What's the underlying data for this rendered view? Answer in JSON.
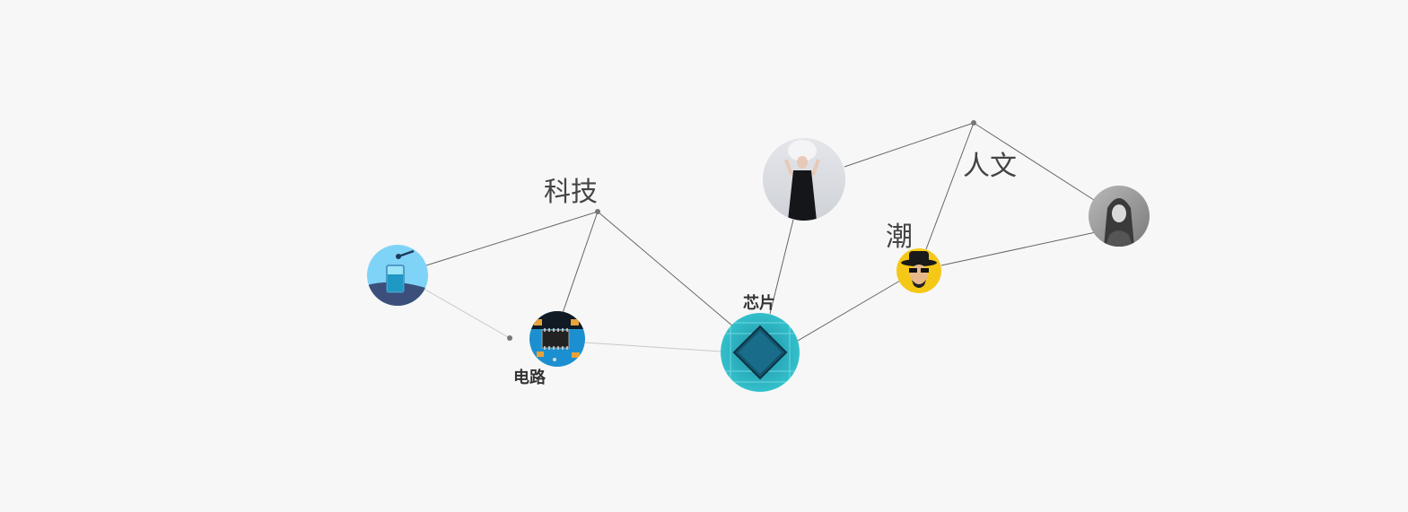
{
  "labels": {
    "tech": "科技",
    "humanities": "人文",
    "trend": "潮",
    "chip": "芯片",
    "circuit": "电路"
  },
  "nodes": [
    {
      "id": "hub-tech",
      "type": "hub"
    },
    {
      "id": "hub-humanities",
      "type": "hub"
    },
    {
      "id": "hub-small",
      "type": "hub"
    },
    {
      "id": "lab-glass",
      "type": "image",
      "icon": "lab-beaker-icon"
    },
    {
      "id": "circuit",
      "type": "image",
      "icon": "circuit-board-icon",
      "label": "电路"
    },
    {
      "id": "chip",
      "type": "image",
      "icon": "chip-icon",
      "label": "芯片"
    },
    {
      "id": "woman-dress",
      "type": "image",
      "icon": "woman-portrait-icon"
    },
    {
      "id": "heisenberg",
      "type": "image",
      "icon": "heisenberg-avatar-icon"
    },
    {
      "id": "woman-gray",
      "type": "image",
      "icon": "woman-bw-portrait-icon"
    }
  ],
  "edges": [
    {
      "from": "lab-glass",
      "to": "hub-tech"
    },
    {
      "from": "hub-tech",
      "to": "circuit"
    },
    {
      "from": "hub-tech",
      "to": "chip"
    },
    {
      "from": "lab-glass",
      "to": "hub-small",
      "style": "light"
    },
    {
      "from": "circuit",
      "to": "chip",
      "style": "light"
    },
    {
      "from": "chip",
      "to": "woman-dress"
    },
    {
      "from": "chip",
      "to": "heisenberg"
    },
    {
      "from": "woman-dress",
      "to": "hub-humanities"
    },
    {
      "from": "hub-humanities",
      "to": "heisenberg"
    },
    {
      "from": "hub-humanities",
      "to": "woman-gray"
    },
    {
      "from": "heisenberg",
      "to": "woman-gray"
    }
  ],
  "colors": {
    "background": "#f7f7f7",
    "edge": "#666666",
    "edge_light": "#c8c8c8",
    "chip_teal": "#2fb3bf",
    "heisenberg_yellow": "#f5c817",
    "lab_blue": "#7fd3f7"
  }
}
